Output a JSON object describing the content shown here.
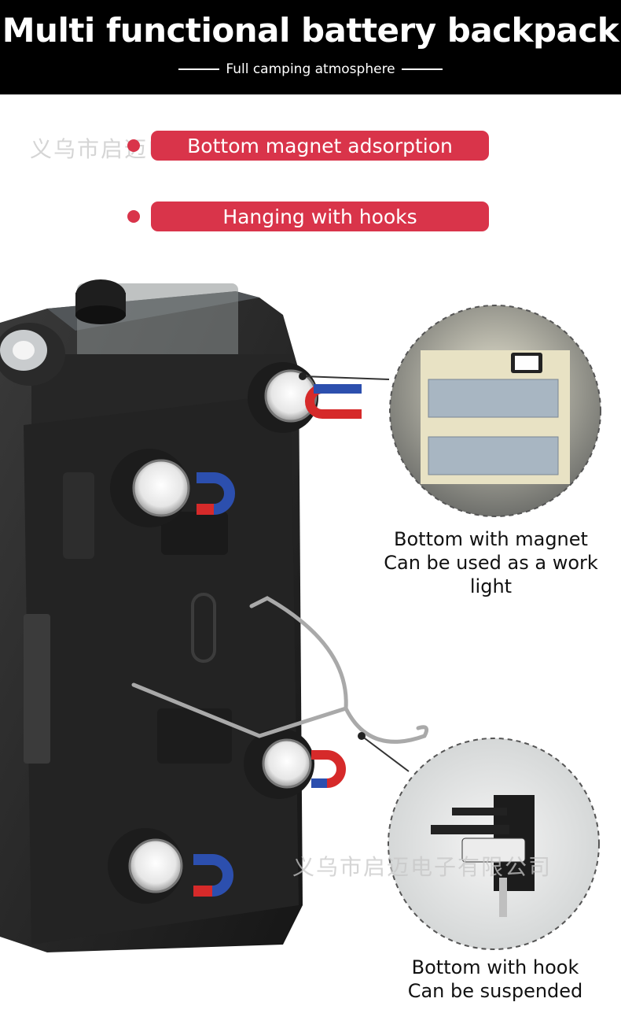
{
  "header": {
    "title": "Multi functional battery backpack",
    "subtitle": "Full camping atmosphere"
  },
  "watermark": "义乌市启迈电子有限公司",
  "features": [
    {
      "label": "Bottom magnet adsorption"
    },
    {
      "label": "Hanging with hooks"
    }
  ],
  "captions": {
    "magnet_line1": "Bottom with magnet",
    "magnet_line2": "Can be used as a work light",
    "hook_line1": "Bottom with hook",
    "hook_line2": "Can be suspended"
  },
  "colors": {
    "accent": "#d9344a",
    "header_bg": "#000000",
    "magnet_red": "#d62a2a",
    "magnet_blue": "#2c4fae"
  }
}
